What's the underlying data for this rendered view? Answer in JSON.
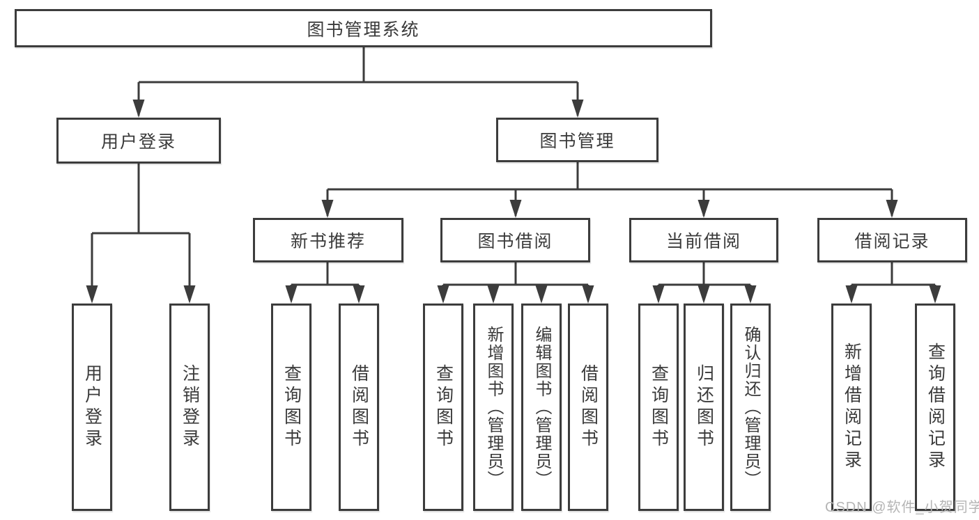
{
  "diagram": {
    "root": {
      "label": "图书管理系统"
    },
    "level2": [
      {
        "label": "用户登录"
      },
      {
        "label": "图书管理"
      }
    ],
    "level3": [
      {
        "label": "新书推荐",
        "parent": "图书管理"
      },
      {
        "label": "图书借阅",
        "parent": "图书管理"
      },
      {
        "label": "当前借阅",
        "parent": "图书管理"
      },
      {
        "label": "借阅记录",
        "parent": "图书管理"
      }
    ],
    "leaves": [
      {
        "label": "用户登录",
        "parent": "用户登录"
      },
      {
        "label": "注销登录",
        "parent": "用户登录"
      },
      {
        "label": "查询图书",
        "parent": "新书推荐"
      },
      {
        "label": "借阅图书",
        "parent": "新书推荐"
      },
      {
        "label": "查询图书",
        "parent": "图书借阅"
      },
      {
        "label": "新增图书（管理员）",
        "parent": "图书借阅"
      },
      {
        "label": "编辑图书（管理员）",
        "parent": "图书借阅"
      },
      {
        "label": "借阅图书",
        "parent": "图书借阅"
      },
      {
        "label": "查询图书",
        "parent": "当前借阅"
      },
      {
        "label": "归还图书",
        "parent": "当前借阅"
      },
      {
        "label": "确认归还（管理员）",
        "parent": "当前借阅"
      },
      {
        "label": "新增借阅记录",
        "parent": "借阅记录"
      },
      {
        "label": "查询借阅记录",
        "parent": "借阅记录"
      }
    ]
  },
  "watermark": {
    "text": "CSDN @软件_小贺同学"
  },
  "colors": {
    "line": "#3c3c3c",
    "box_border": "#3c3c3c",
    "box_fill": "#ffffff",
    "text": "#3a3a3a",
    "watermark": "#b5b5b5",
    "background": "#ffffff"
  }
}
